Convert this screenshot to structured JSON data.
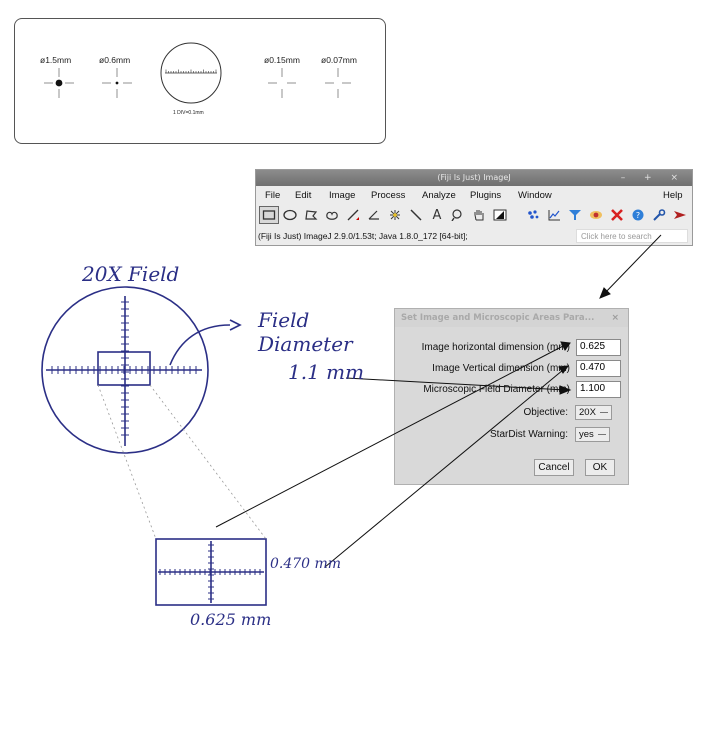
{
  "slide": {
    "labels": [
      "ø1.5mm",
      "ø0.6mm",
      "ø0.15mm",
      "ø0.07mm"
    ],
    "reticle_label": "1 DIV=0.1mm"
  },
  "imagej": {
    "title": "(Fiji Is Just) ImageJ",
    "window_controls": "– + ×",
    "menu": [
      "File",
      "Edit",
      "Image",
      "Process",
      "Analyze",
      "Plugins",
      "Window",
      "Help"
    ],
    "tools": [
      "rectangle-icon",
      "oval-icon",
      "polygon-icon",
      "freehand-icon",
      "line-icon",
      "angle-icon",
      "multipoint-icon",
      "wand-icon",
      "text-icon",
      "magnifier-icon",
      "hand-icon",
      "color-picker-icon",
      "stardist-icon",
      "plot-icon",
      "filter-icon",
      "eye-icon",
      "close-x-icon",
      "help-icon",
      "wrench-icon",
      "arrow-more-icon"
    ],
    "tool_glyphs": {
      "text-icon": "A"
    },
    "status": "(Fiji Is Just) ImageJ 2.9.0/1.53t; Java 1.8.0_172 [64-bit];",
    "search_placeholder": "Click here to search"
  },
  "dialog": {
    "title": "Set Image and Microscopic Areas Para...",
    "close": "×",
    "fields": [
      {
        "label": "Image horizontal dimension (mm)",
        "value": "0.625"
      },
      {
        "label": "Image Vertical dimension (mm)",
        "value": "0.470"
      },
      {
        "label": "Microscopic Field Diameter (mm)",
        "value": "1.100"
      }
    ],
    "choices": [
      {
        "label": "Objective:",
        "value": "20X"
      },
      {
        "label": "StarDist Warning:",
        "value": "yes"
      }
    ],
    "cancel": "Cancel",
    "ok": "OK"
  },
  "sketch": {
    "title": "20X Field",
    "field_line1": "Field",
    "field_line2": "Diameter",
    "field_value": "1.1 mm",
    "height_label": "0.470 mm",
    "width_label": "0.625 mm"
  },
  "colors": {
    "ink": "#2b2f86",
    "stroke": "#111111"
  }
}
